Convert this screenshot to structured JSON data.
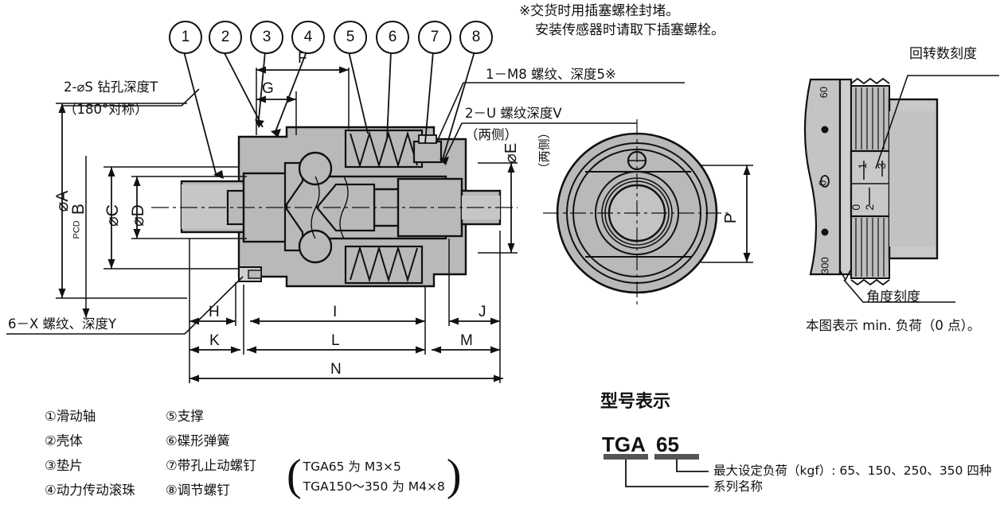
{
  "notes": {
    "top_note_line1": "※交货时用插塞螺栓封堵。",
    "top_note_line2": "安装传感器时请取下插塞螺栓。"
  },
  "callouts": [
    {
      "n": "1"
    },
    {
      "n": "2"
    },
    {
      "n": "3"
    },
    {
      "n": "4"
    },
    {
      "n": "5"
    },
    {
      "n": "6"
    },
    {
      "n": "7"
    },
    {
      "n": "8"
    }
  ],
  "annotations": {
    "drill_hole": "2-⌀S 钻孔深度T",
    "drill_hole_sub": "（180°对称）",
    "thread_m8": "1－M8 螺纹、深度5※",
    "thread_u": "2－U 螺纹深度V",
    "thread_u_sub": "（两侧）",
    "thread_x": "6－X 螺纹、深度Y",
    "both_sides_vertical": "（两侧）"
  },
  "dimensions": {
    "dia_a": "⌀A",
    "pcd_prefix": "PCD",
    "pcd_b": "B",
    "dia_c": "⌀C",
    "dia_d": "⌀D",
    "dia_e": "⌀E",
    "f": "F",
    "g": "G",
    "h": "H",
    "i": "I",
    "j": "J",
    "k": "K",
    "l": "L",
    "m": "M",
    "n": "N",
    "p": "P"
  },
  "dial": {
    "rotation_scale_label": "回转数刻度",
    "angle_scale_label": "角度刻度",
    "figure_note": "本图表示 min. 负荷（0 点）。",
    "flange_marks": [
      "60",
      "0",
      "300"
    ],
    "drum_marks": [
      "1",
      "3",
      "0",
      "2"
    ]
  },
  "legend": {
    "left_column": [
      {
        "mark": "①",
        "label": "滑动轴"
      },
      {
        "mark": "②",
        "label": "壳体"
      },
      {
        "mark": "③",
        "label": "垫片"
      },
      {
        "mark": "④",
        "label": "动力传动滚珠"
      }
    ],
    "right_column": [
      {
        "mark": "⑤",
        "label": "支撑"
      },
      {
        "mark": "⑥",
        "label": "碟形弹簧"
      },
      {
        "mark": "⑦",
        "label": "带孔止动螺钉"
      },
      {
        "mark": "⑧",
        "label": "调节螺钉"
      }
    ],
    "screw_note_line1": "TGA65 为 M3×5",
    "screw_note_line2": "TGA150～350 为 M4×8"
  },
  "model": {
    "title": "型号表示",
    "series_code": "TGA",
    "size_code": "65",
    "load_note": "最大设定负荷（kgf）: 65、150、250、350 四种",
    "series_note": "系列名称"
  },
  "colors": {
    "line": "#111111",
    "metal_fill": "#b9b9b9",
    "metal_fill_light": "#cfcfcf",
    "background": "#ffffff"
  }
}
